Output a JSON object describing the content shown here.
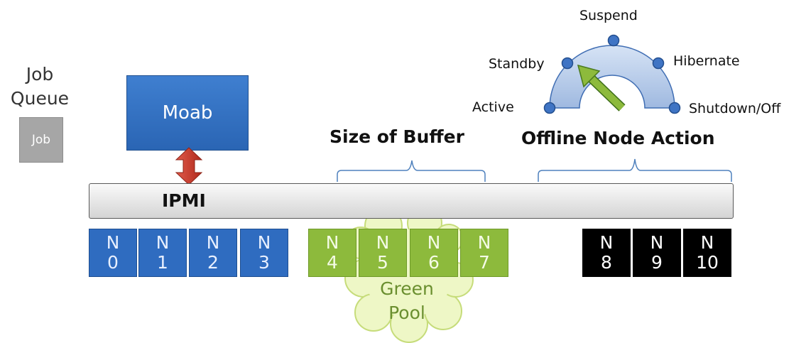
{
  "job_queue": {
    "label": "Job\nQueue",
    "job_label": "Job"
  },
  "scheduler": {
    "label": "Moab"
  },
  "ipmi": {
    "label": "IPMI"
  },
  "buffer": {
    "label": "Size of Buffer"
  },
  "offline_action": {
    "label": "Offline Node Action",
    "states": [
      "Active",
      "Standby",
      "Suspend",
      "Hibernate",
      "Shutdown/Off"
    ]
  },
  "green_pool": {
    "label": "Green\nPool"
  },
  "nodes": [
    {
      "letter": "N",
      "number": "0",
      "status": "active"
    },
    {
      "letter": "N",
      "number": "1",
      "status": "active"
    },
    {
      "letter": "N",
      "number": "2",
      "status": "active"
    },
    {
      "letter": "N",
      "number": "3",
      "status": "active"
    },
    {
      "letter": "N",
      "number": "4",
      "status": "green"
    },
    {
      "letter": "N",
      "number": "5",
      "status": "green"
    },
    {
      "letter": "N",
      "number": "6",
      "status": "green"
    },
    {
      "letter": "N",
      "number": "7",
      "status": "green"
    },
    {
      "letter": "N",
      "number": "8",
      "status": "off"
    },
    {
      "letter": "N",
      "number": "9",
      "status": "off"
    },
    {
      "letter": "N",
      "number": "10",
      "status": "off"
    }
  ],
  "colors": {
    "active_node": "#2f6cc0",
    "green_node": "#8dba3c",
    "off_node": "#000000",
    "moab": "#3a78c9",
    "arrow": "#c0392b",
    "dial_fill": "#b8cdea",
    "dial_marker": "#3f74c4",
    "needle": "#8dba3c"
  }
}
